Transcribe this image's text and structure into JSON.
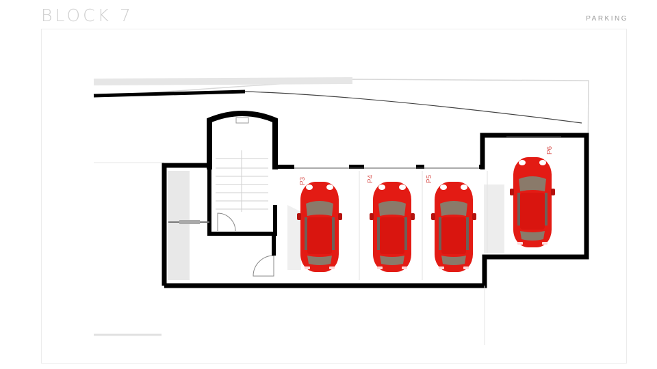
{
  "header": {
    "title": "BLOCK 7",
    "section": "PARKING"
  },
  "plan": {
    "car_color": "#e31b14",
    "wall_color": "#000000",
    "label_color": "#d9534f",
    "spaces": [
      {
        "id": "p3",
        "label": "P3"
      },
      {
        "id": "p4",
        "label": "P4"
      },
      {
        "id": "p5",
        "label": "P5"
      },
      {
        "id": "p6",
        "label": "P6"
      }
    ]
  }
}
